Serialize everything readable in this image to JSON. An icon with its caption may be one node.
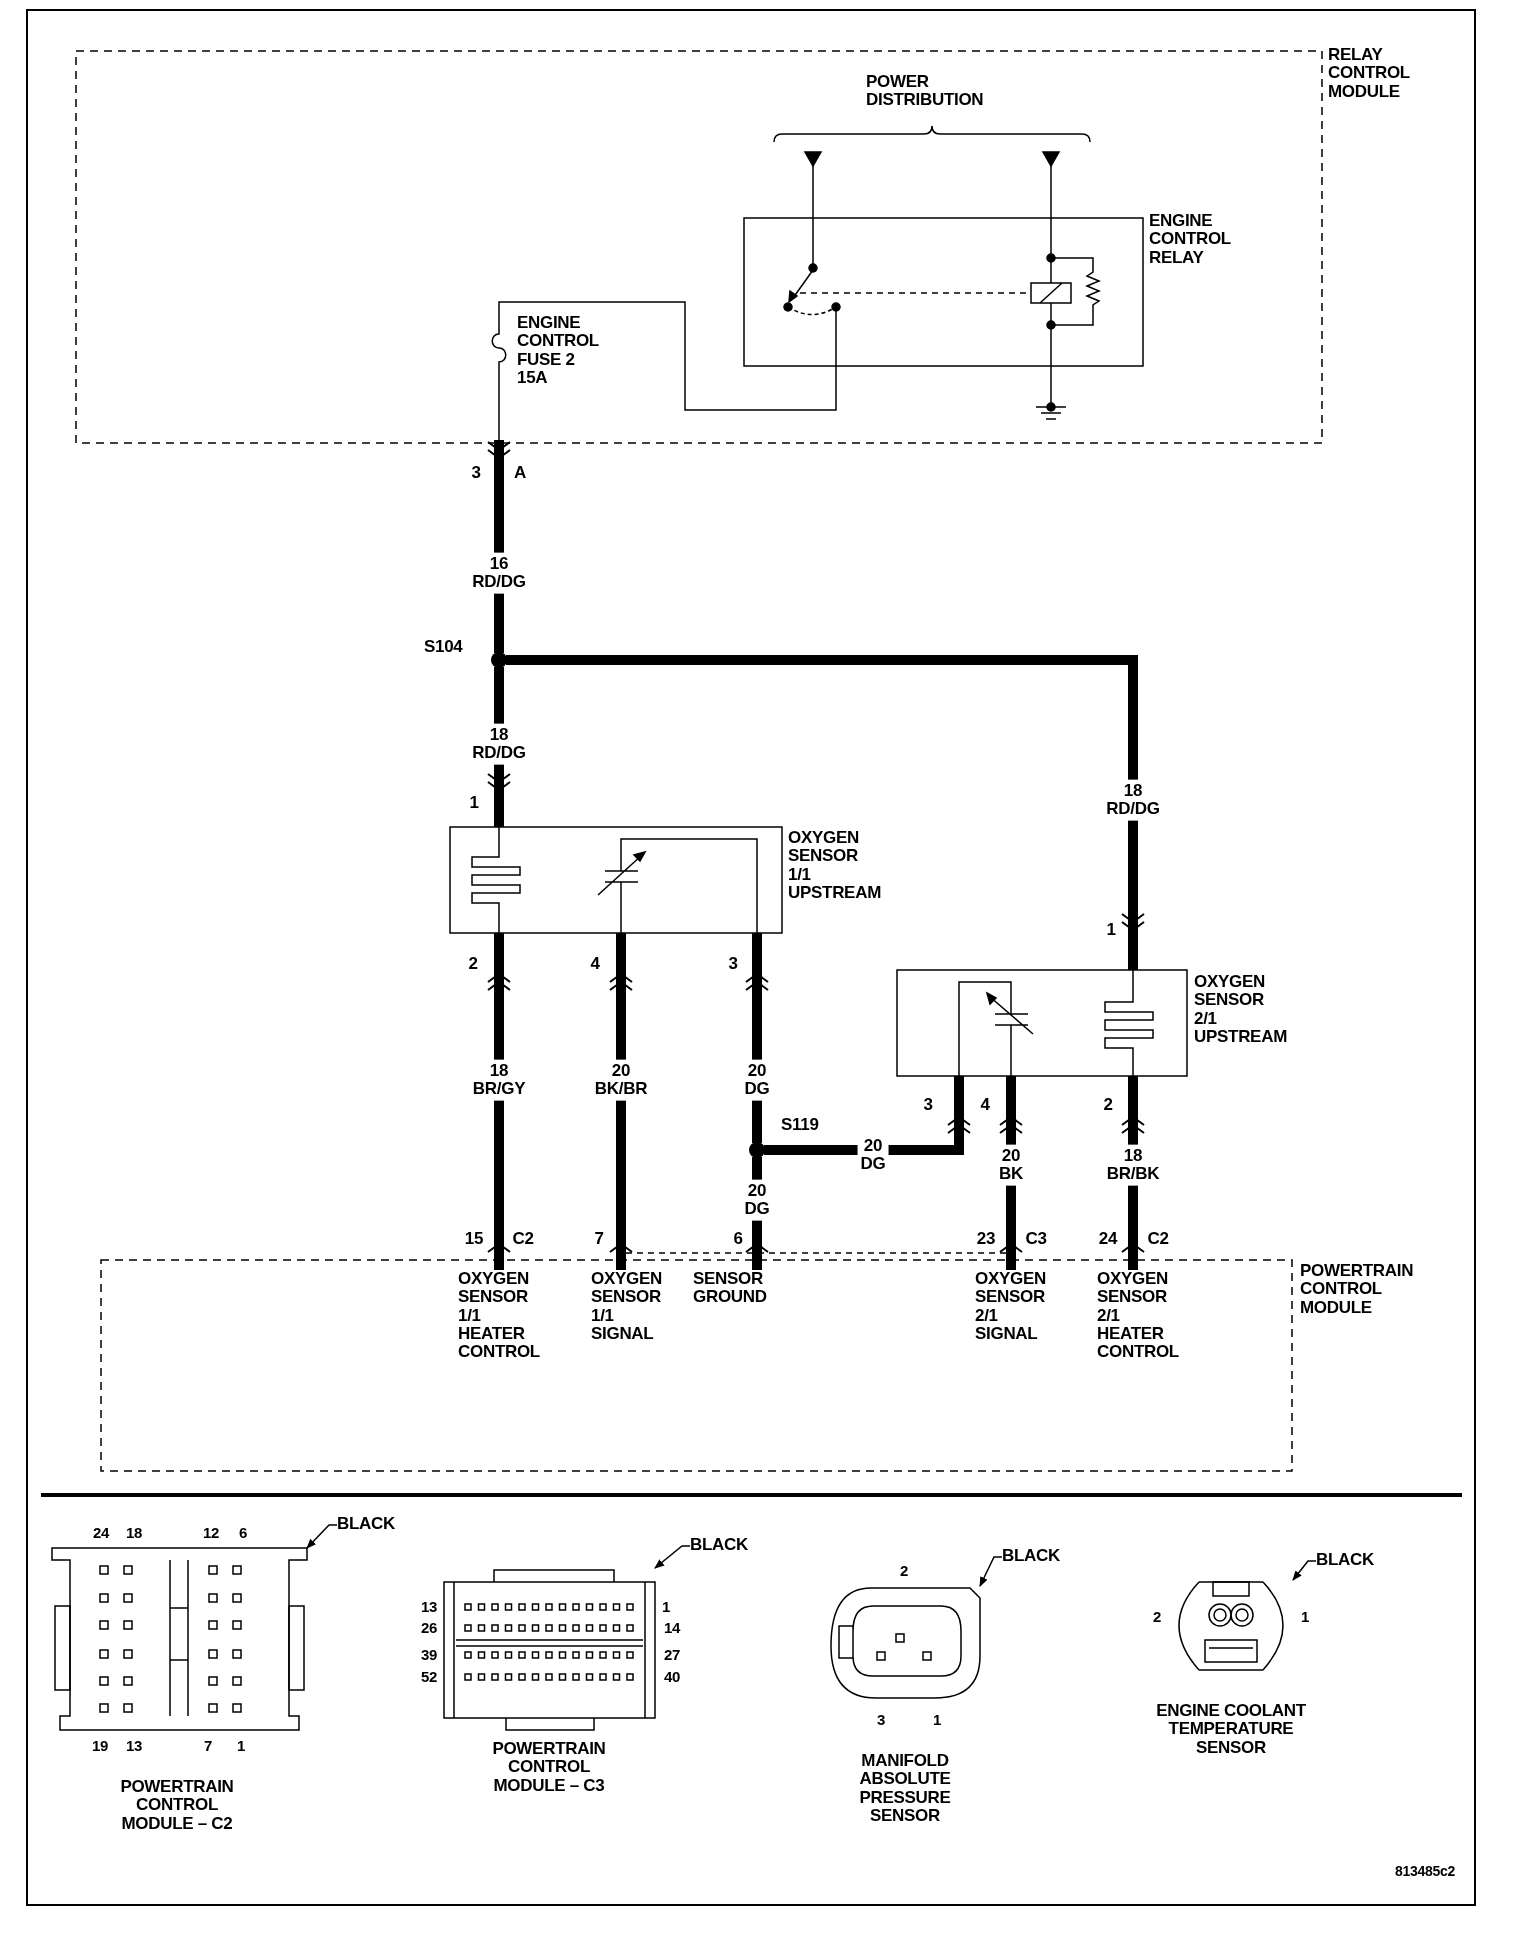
{
  "diagram": {
    "nodes": [
      {
        "text": [
          "RELAY CONTROL MODULE"
        ]
      },
      {
        "text": [
          "ENGINE CONTROL RELAY"
        ],
        "in": 0
      },
      {
        "text": [
          "ENGINE CONTROL FUSE 2 15A"
        ],
        "in": 0
      },
      {
        "text": [
          "S104"
        ]
      },
      {
        "text": [
          "OXYGEN SENSOR 1/1 UPSTREAM"
        ]
      },
      {
        "text": [
          "OXYGEN SENSOR 2/1 UPSTREAM"
        ]
      },
      {
        "text": [
          "S119"
        ]
      },
      {
        "text": [
          "POWERTRAIN CONTROL MODULE"
        ]
      },
      {
        "text": [
          "OXYGEN SENSOR 1/1 HEATER CONTROL"
        ],
        "in": 7
      },
      {
        "text": [
          "OXYGEN SENSOR 1/1 SIGNAL"
        ],
        "in": 7
      },
      {
        "text": [
          "SENSOR GROUND"
        ],
        "in": 7
      },
      {
        "text": [
          "OXYGEN SENSOR 2/1 SIGNAL"
        ],
        "in": 7
      },
      {
        "text": [
          "OXYGEN SENSOR 2/1 HEATER CONTROL"
        ],
        "in": 7
      },
      {
        "text": [],
        "shape": "picture",
        "beside": [
          "24",
          "18",
          "12",
          "6",
          "19",
          "13",
          "7",
          "1",
          "POWERTRAIN CONTROL MODULE – C2"
        ]
      },
      {
        "text": [
          "BLACK"
        ]
      },
      {
        "text": [],
        "shape": "picture",
        "beside": [
          "13",
          "1",
          "26",
          "14",
          "39",
          "27",
          "52",
          "40",
          "POWERTRAIN CONTROL MODULE – C3"
        ]
      },
      {
        "text": [
          "BLACK"
        ]
      },
      {
        "text": [],
        "shape": "picture",
        "beside": [
          "2",
          "3",
          "1",
          "MANIFOLD ABSOLUTE PRESSURE SENSOR"
        ]
      },
      {
        "text": [
          "BLACK"
        ]
      },
      {
        "text": [],
        "shape": "picture",
        "beside": [
          "2",
          "1",
          "ENGINE COOLANT TEMPERATURE SENSOR"
        ]
      },
      {
        "text": [
          "BLACK"
        ]
      }
    ],
    "edges": [
      {
        "from": 2,
        "to": 1,
        "arrow": "none"
      },
      {
        "from": 2,
        "to": 3,
        "arrow": "other",
        "label": "16 RD/DG"
      },
      {
        "from": 3,
        "to": 4,
        "arrow": "to",
        "label": "18 RD/DG"
      },
      {
        "from": 3,
        "to": 5,
        "arrow": "to",
        "label": "18 RD/DG"
      },
      {
        "from": 8,
        "to": 4,
        "arrow": "to",
        "label": "18 BR/GY"
      },
      {
        "from": 9,
        "to": 4,
        "arrow": "to",
        "label": "20 BK/BR"
      },
      {
        "from": 6,
        "to": 4,
        "arrow": "to",
        "label": "20 DG"
      },
      {
        "from": 6,
        "to": 10,
        "arrow": "none",
        "label": "20 DG"
      },
      {
        "from": 6,
        "to": 5,
        "arrow": "to",
        "label": "20 DG"
      },
      {
        "from": 11,
        "to": 5,
        "arrow": "to",
        "label": "20 BK"
      },
      {
        "from": 12,
        "to": 5,
        "arrow": "to",
        "label": "18 BR/BK"
      },
      {
        "from": 14,
        "to": 13,
        "arrow": "to"
      },
      {
        "from": 16,
        "to": 15,
        "arrow": "to"
      },
      {
        "from": 18,
        "to": 17,
        "arrow": "to"
      },
      {
        "from": 20,
        "to": 19,
        "arrow": "to"
      },
      {
        "from": 9,
        "to": 11,
        "arrow": "none",
        "style": "dashed"
      }
    ],
    "labels": [
      "POWER DISTRIBUTION",
      "3",
      "A",
      "1",
      "2",
      "4",
      "3",
      "1",
      "3",
      "4",
      "2",
      "15",
      "C2",
      "7",
      "6",
      "23",
      "C3",
      "24",
      "C2",
      "813485c2"
    ]
  }
}
